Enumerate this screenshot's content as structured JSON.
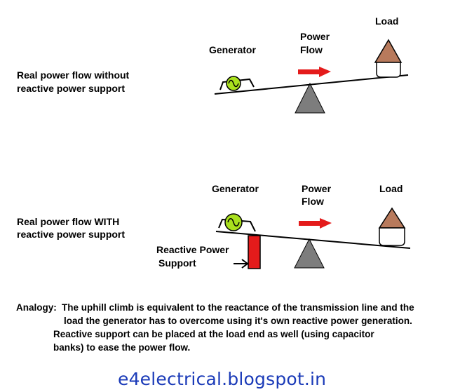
{
  "scenario_top": {
    "label_line1": "Real power flow without",
    "label_line2": "reactive power support",
    "generator": "Generator",
    "power_line1": "Power",
    "power_line2": "Flow",
    "load": "Load"
  },
  "scenario_bottom": {
    "label_line1": "Real power flow WITH",
    "label_line2": "reactive power support",
    "generator": "Generator",
    "power_line1": "Power",
    "power_line2": "Flow",
    "load": "Load",
    "reactive_line1": "Reactive Power",
    "reactive_line2": "Support"
  },
  "analogy": {
    "label": "Analogy:",
    "line1": "The uphill climb is equivalent to the reactance of the transmission line and the",
    "line2": "load the generator has to overcome using it's own reactive power generation.",
    "line3": "Reactive support can be placed at the load end as well (using capacitor",
    "line4": "banks) to ease the power flow."
  },
  "footer": "e4electrical.blogspot.in",
  "icons": [
    "generator-icon",
    "power-flow-arrow-icon",
    "load-house-icon",
    "fulcrum-icon",
    "reactive-support-block-icon",
    "push-arrow-icon"
  ],
  "colors": {
    "generator_fill": "#a9e01e",
    "arrow_red": "#e41b1b",
    "roof_brown": "#b87a5c",
    "fulcrum_gray": "#7d7d7d",
    "support_red": "#e41b1b",
    "footer_blue": "#1a3ab8"
  }
}
